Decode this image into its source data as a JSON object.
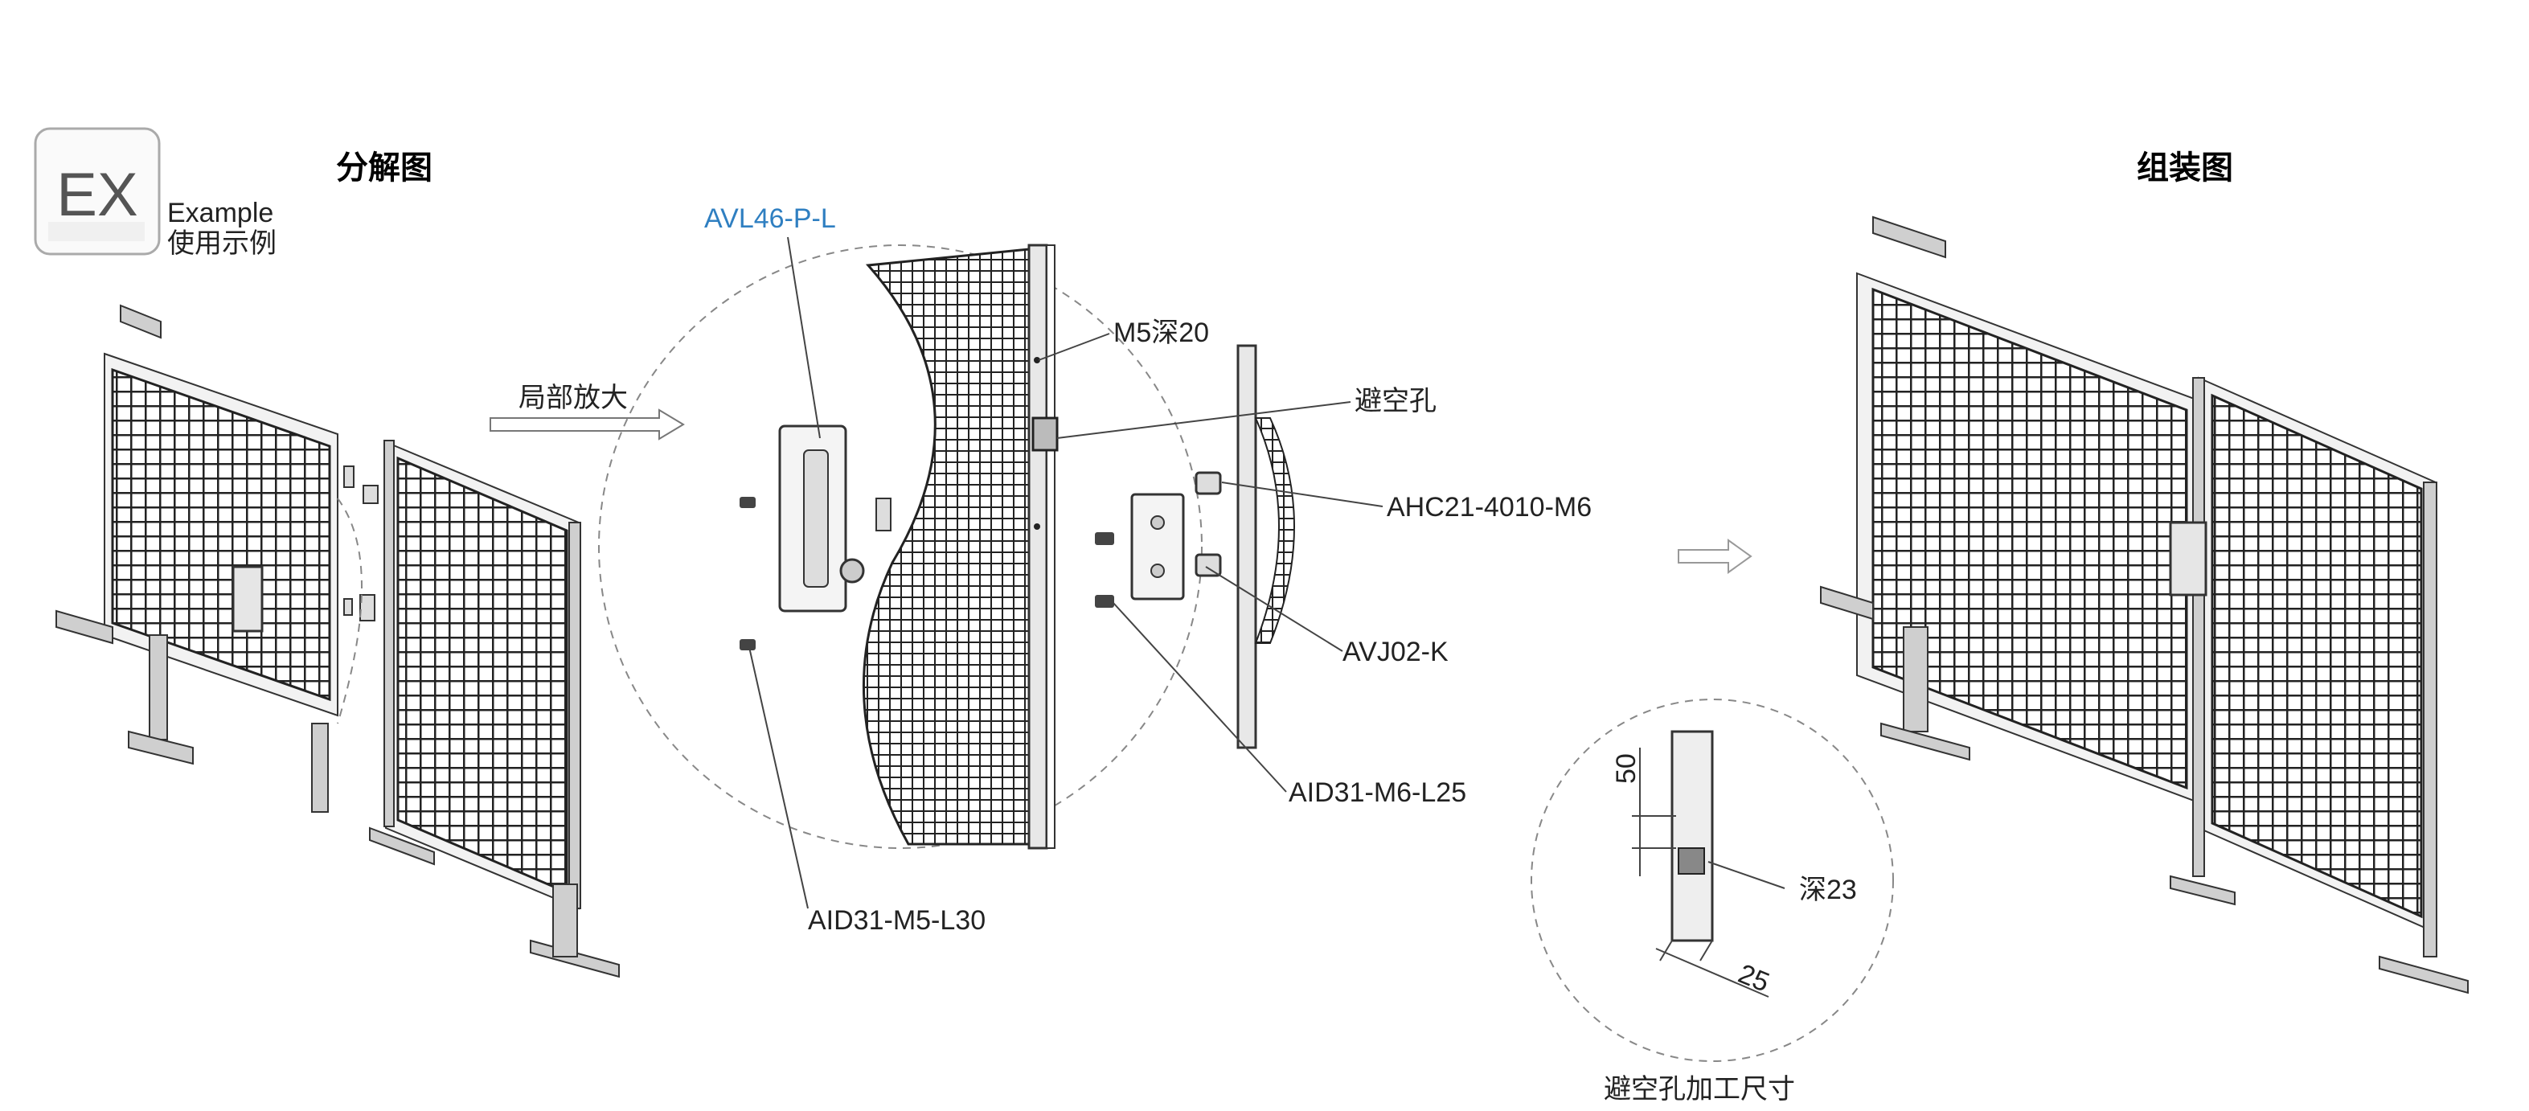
{
  "badge": {
    "code": "EX",
    "line1": "Example",
    "line2": "使用示例"
  },
  "headings": {
    "exploded": "分解图",
    "assembled": "组装图"
  },
  "arrow_label": "局部放大",
  "callouts": {
    "handle": "AVL46-P-L",
    "hole_depth": "M5深20",
    "clearance_hole": "避空孔",
    "catch": "AHC21-4010-M6",
    "block": "AVJ02-K",
    "screw_m6": "AID31-M6-L25",
    "screw_m5": "AID31-M5-L30"
  },
  "dimensions": {
    "height": "50",
    "depth": "深23",
    "width": "25"
  },
  "detail_caption": "避空孔加工尺寸",
  "colors": {
    "callout_blue": "#2f7fc1",
    "frame_grey": "#cfcfcf",
    "outline": "#333333"
  }
}
